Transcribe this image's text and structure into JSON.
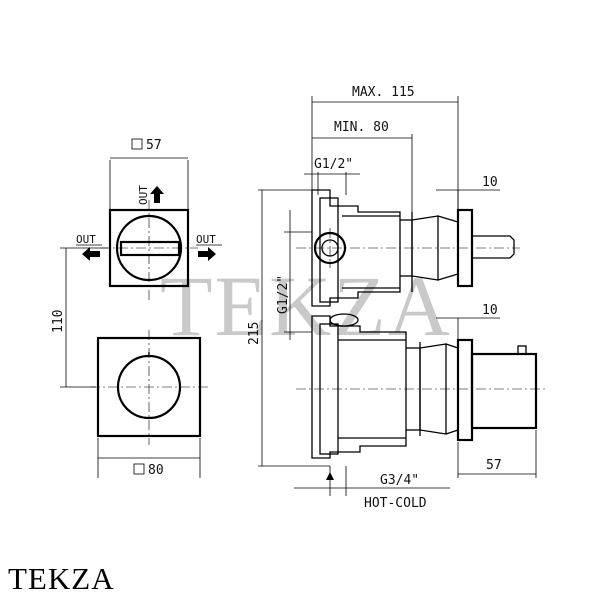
{
  "front_view": {
    "top_plate_size": "57",
    "bottom_plate_size": "80",
    "spacing": "110",
    "out_top": "OUT",
    "out_left": "OUT",
    "out_right": "OUT"
  },
  "side_view": {
    "max_depth": "MAX. 115",
    "min_depth": "MIN. 80",
    "top_thread": "G1/2\"",
    "mid_thread": "G1/2\"",
    "bottom_thread": "G3/4\"",
    "height": "215",
    "upper_offset": "10",
    "lower_offset": "10",
    "handle_size": "57",
    "inlet_label": "HOT-COLD"
  },
  "watermark": "TEKZA",
  "brand": "TEKZA"
}
